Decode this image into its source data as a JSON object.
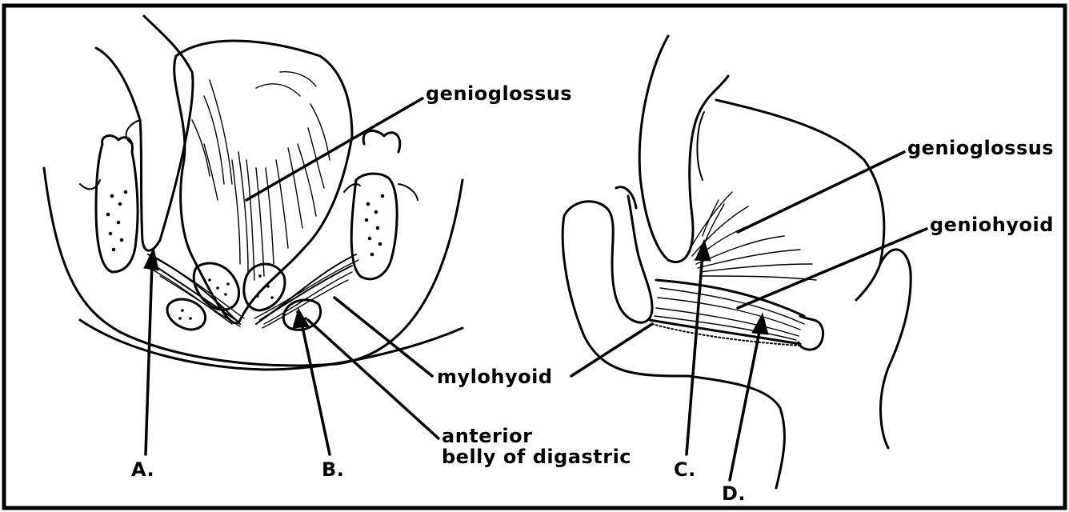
{
  "labels": {
    "genioglossus_left": "genioglossus",
    "genioglossus_right": "genioglossus",
    "geniohyoid": "geniohyoid",
    "mylohyoid": "mylohyoid",
    "anterior_belly_line1": "anterior",
    "anterior_belly_line2": "belly of digastric"
  },
  "markers": {
    "a": "A.",
    "b": "B.",
    "c": "C.",
    "d": "D."
  }
}
